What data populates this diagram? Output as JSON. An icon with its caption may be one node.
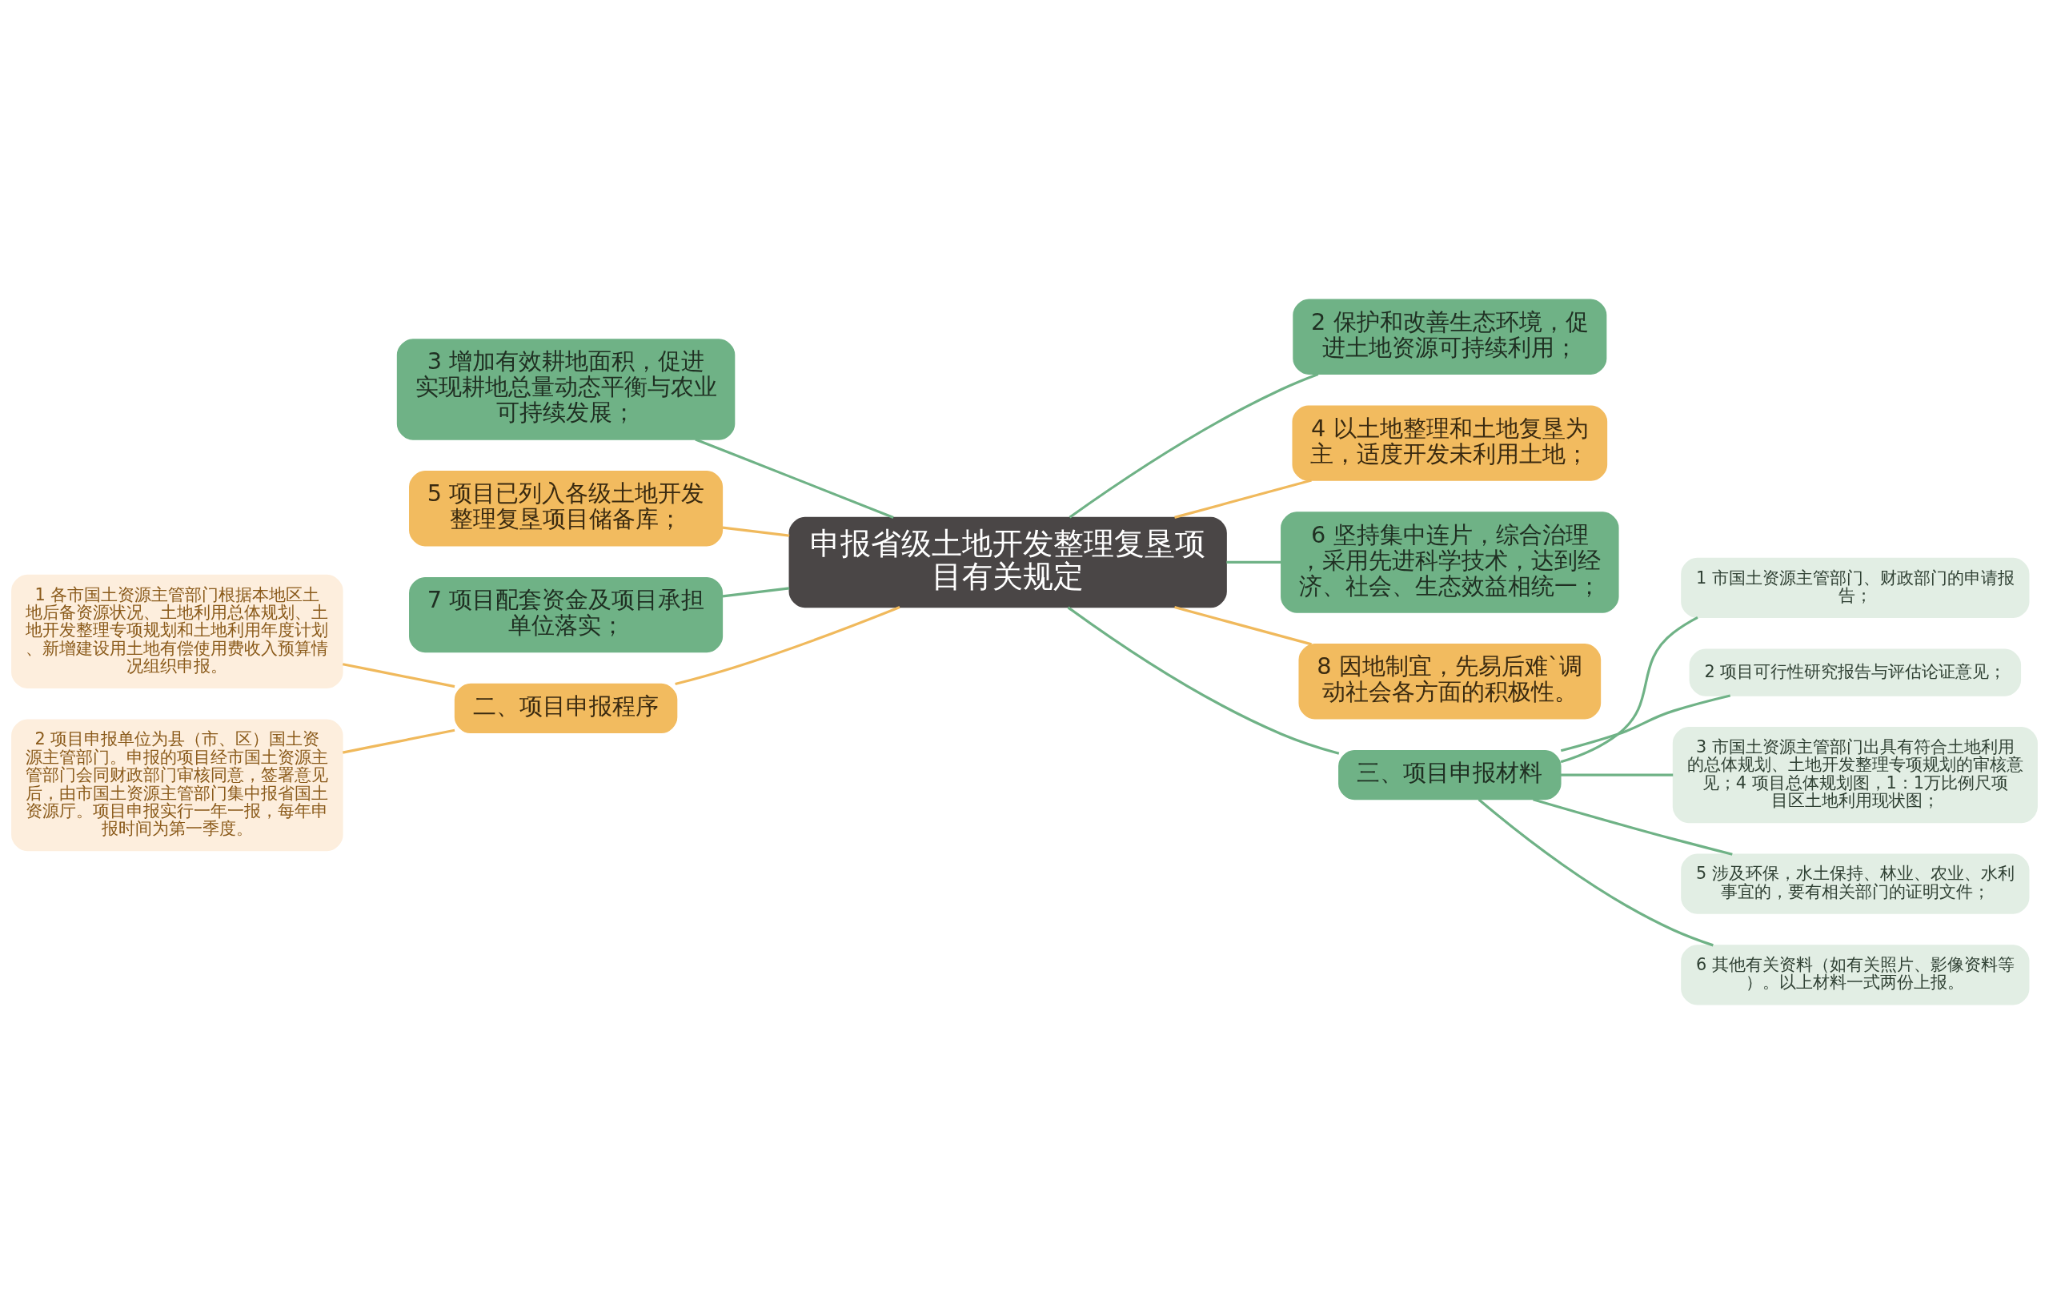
{
  "diagram": {
    "nodes": [
      {
        "text": [
          "申报省级土地开发整理复垦项目有关规定"
        ]
      },
      {
        "text": [
          "3 增加有效耕地面积，促进实现耕地总量动态平衡与农业可持续发展；"
        ]
      },
      {
        "text": [
          "5 项目已列入各级土地开发整理复垦项目储备库；"
        ]
      },
      {
        "text": [
          "7 项目配套资金及项目承担单位落实；"
        ]
      },
      {
        "text": [
          "二、项目申报程序"
        ]
      },
      {
        "text": [
          "1 各市国土资源主管部门根据本地区土地后备资源状况、土地利用总体规划、土地开发整理专项规划和土地利用年度计划、新增建设用土地有偿使用费收入预算情况组织申报。"
        ]
      },
      {
        "text": [
          "2 项目申报单位为县（市、区）国土资源主管部门。申报的项目经市国土资源主管部门会同财政部门审核同意，签署意见后，由市国土资源主管部门集中报省国土资源厅。项目申报实行一年一报，每年申报时间为第一季度。"
        ]
      },
      {
        "text": [
          "2 保护和改善生态环境，促进土地资源可持续利用；"
        ]
      },
      {
        "text": [
          "4 以土地整理和土地复垦为主，适度开发未利用土地；"
        ]
      },
      {
        "text": [
          "6 坚持集中连片，综合治理，采用先进科学技术，达到经济、社会、生态效益相统一；"
        ]
      },
      {
        "text": [
          "8 因地制宜，先易后难`调动社会各方面的积极性。"
        ]
      },
      {
        "text": [
          "三、项目申报材料"
        ]
      },
      {
        "text": [
          "1 市国土资源主管部门、财政部门的申请报告；"
        ]
      },
      {
        "text": [
          "2 项目可行性研究报告与评估论证意见；"
        ]
      },
      {
        "text": [
          "3 市国土资源主管部门出具有符合土地利用的总体规划、土地开发整理专项规划的审核意见；4 项目总体规划图，1：1万比例尺项目区土地利用现状图；"
        ]
      },
      {
        "text": [
          "5 涉及环保，水土保持、林业、农业、水利事宜的，要有相关部门的证明文件；"
        ]
      },
      {
        "text": [
          "6 其他有关资料（如有关照片、影像资料等）。以上材料一式两份上报。"
        ]
      }
    ],
    "edges": [
      {
        "from": 0,
        "to": 1,
        "arrow": "none"
      },
      {
        "from": 0,
        "to": 2,
        "arrow": "none",
        "color": "#f0b95c"
      },
      {
        "from": 0,
        "to": 3,
        "arrow": "none"
      },
      {
        "from": 0,
        "to": 4,
        "arrow": "none",
        "color": "#f0b95c"
      },
      {
        "from": 4,
        "to": 5,
        "arrow": "none",
        "color": "#f0b95c"
      },
      {
        "from": 4,
        "to": 6,
        "arrow": "none",
        "color": "#f0b95c"
      },
      {
        "from": 0,
        "to": 7,
        "arrow": "none"
      },
      {
        "from": 0,
        "to": 8,
        "arrow": "none",
        "color": "#f0b95c"
      },
      {
        "from": 0,
        "to": 9,
        "arrow": "none"
      },
      {
        "from": 0,
        "to": 10,
        "arrow": "none",
        "color": "#f0b95c"
      },
      {
        "from": 0,
        "to": 11,
        "arrow": "none"
      },
      {
        "from": 11,
        "to": 12,
        "arrow": "none"
      },
      {
        "from": 11,
        "to": 13,
        "arrow": "none"
      },
      {
        "from": 11,
        "to": 14,
        "arrow": "none"
      },
      {
        "from": 11,
        "to": 15,
        "arrow": "none"
      },
      {
        "from": 11,
        "to": 16,
        "arrow": "none"
      }
    ]
  }
}
